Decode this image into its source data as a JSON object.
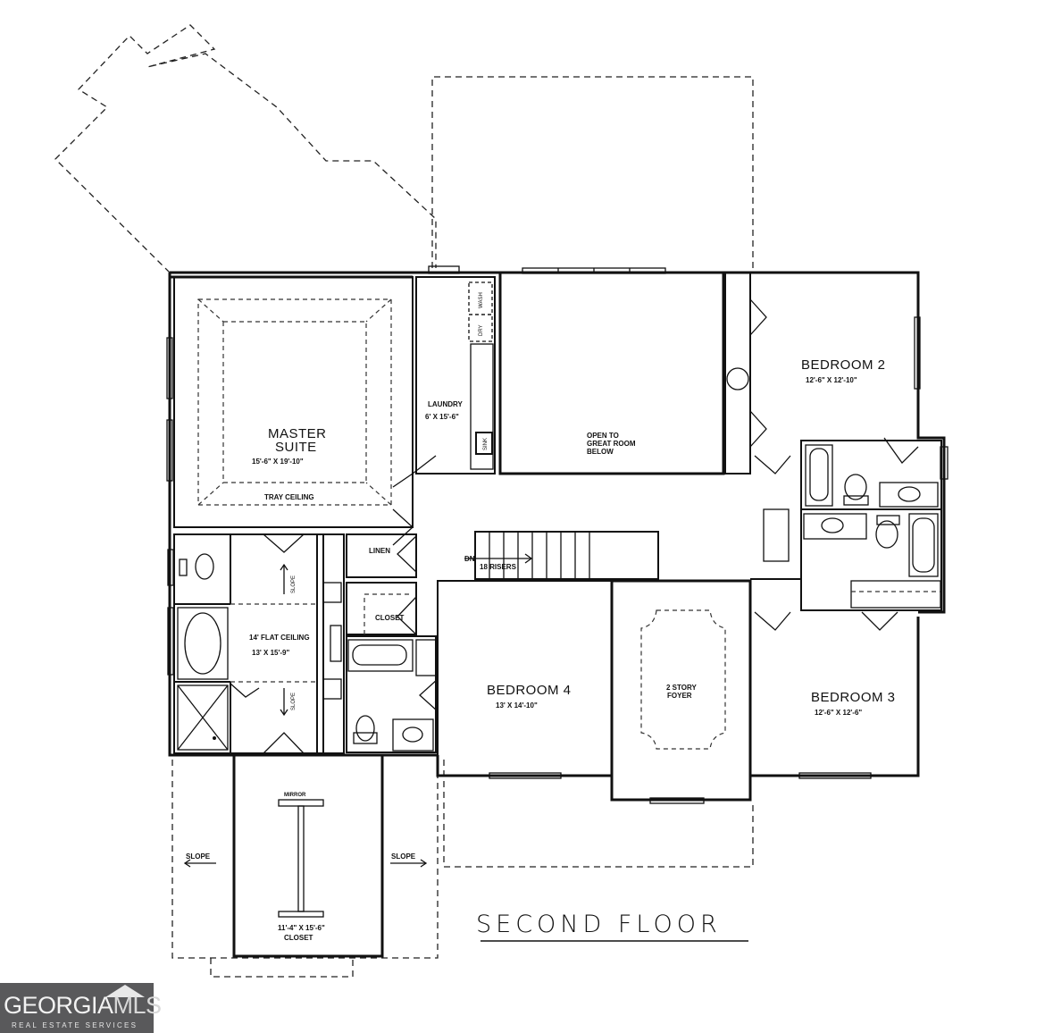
{
  "plan": {
    "title": "SECOND FLOOR",
    "rooms": {
      "master_suite": {
        "name_line1": "MASTER",
        "name_line2": "SUITE",
        "dims": "15'-6\" X 19'-10\"",
        "note": "TRAY CEILING"
      },
      "laundry": {
        "name": "LAUNDRY",
        "dims": "6' X 15'-6\"",
        "washer": "WASH",
        "dryer": "DRY",
        "sink": "SINK"
      },
      "open_to_great_room": {
        "line1": "OPEN TO",
        "line2": "GREAT ROOM",
        "line3": "BELOW"
      },
      "bedroom2": {
        "name": "BEDROOM 2",
        "dims": "12'-6\" X 12'-10\""
      },
      "bedroom3": {
        "name": "BEDROOM 3",
        "dims": "12'-6\" X 12'-6\""
      },
      "bedroom4": {
        "name": "BEDROOM 4",
        "dims": "13' X 14'-10\""
      },
      "foyer": {
        "line1": "2 STORY",
        "line2": "FOYER"
      },
      "linen": {
        "name": "LINEN"
      },
      "closet": {
        "name": "CLOSET"
      },
      "master_bath": {
        "note": "14' FLAT CEILING",
        "dims": "13' X 15'-9\"",
        "slope_up": "SLOPE",
        "slope_down": "SLOPE"
      },
      "walk_in_closet": {
        "dims": "11'-4\" X 15'-6\"",
        "name": "CLOSET",
        "mirror": "MIRROR"
      }
    },
    "stairs": {
      "direction": "DN",
      "risers": "18 RISERS"
    },
    "slope_left": "SLOPE",
    "slope_right": "SLOPE"
  },
  "watermark": {
    "brand_a": "GEORGIA",
    "brand_b": "MLS",
    "tagline": "REAL ESTATE SERVICES",
    "bg_color": "#59595b"
  }
}
